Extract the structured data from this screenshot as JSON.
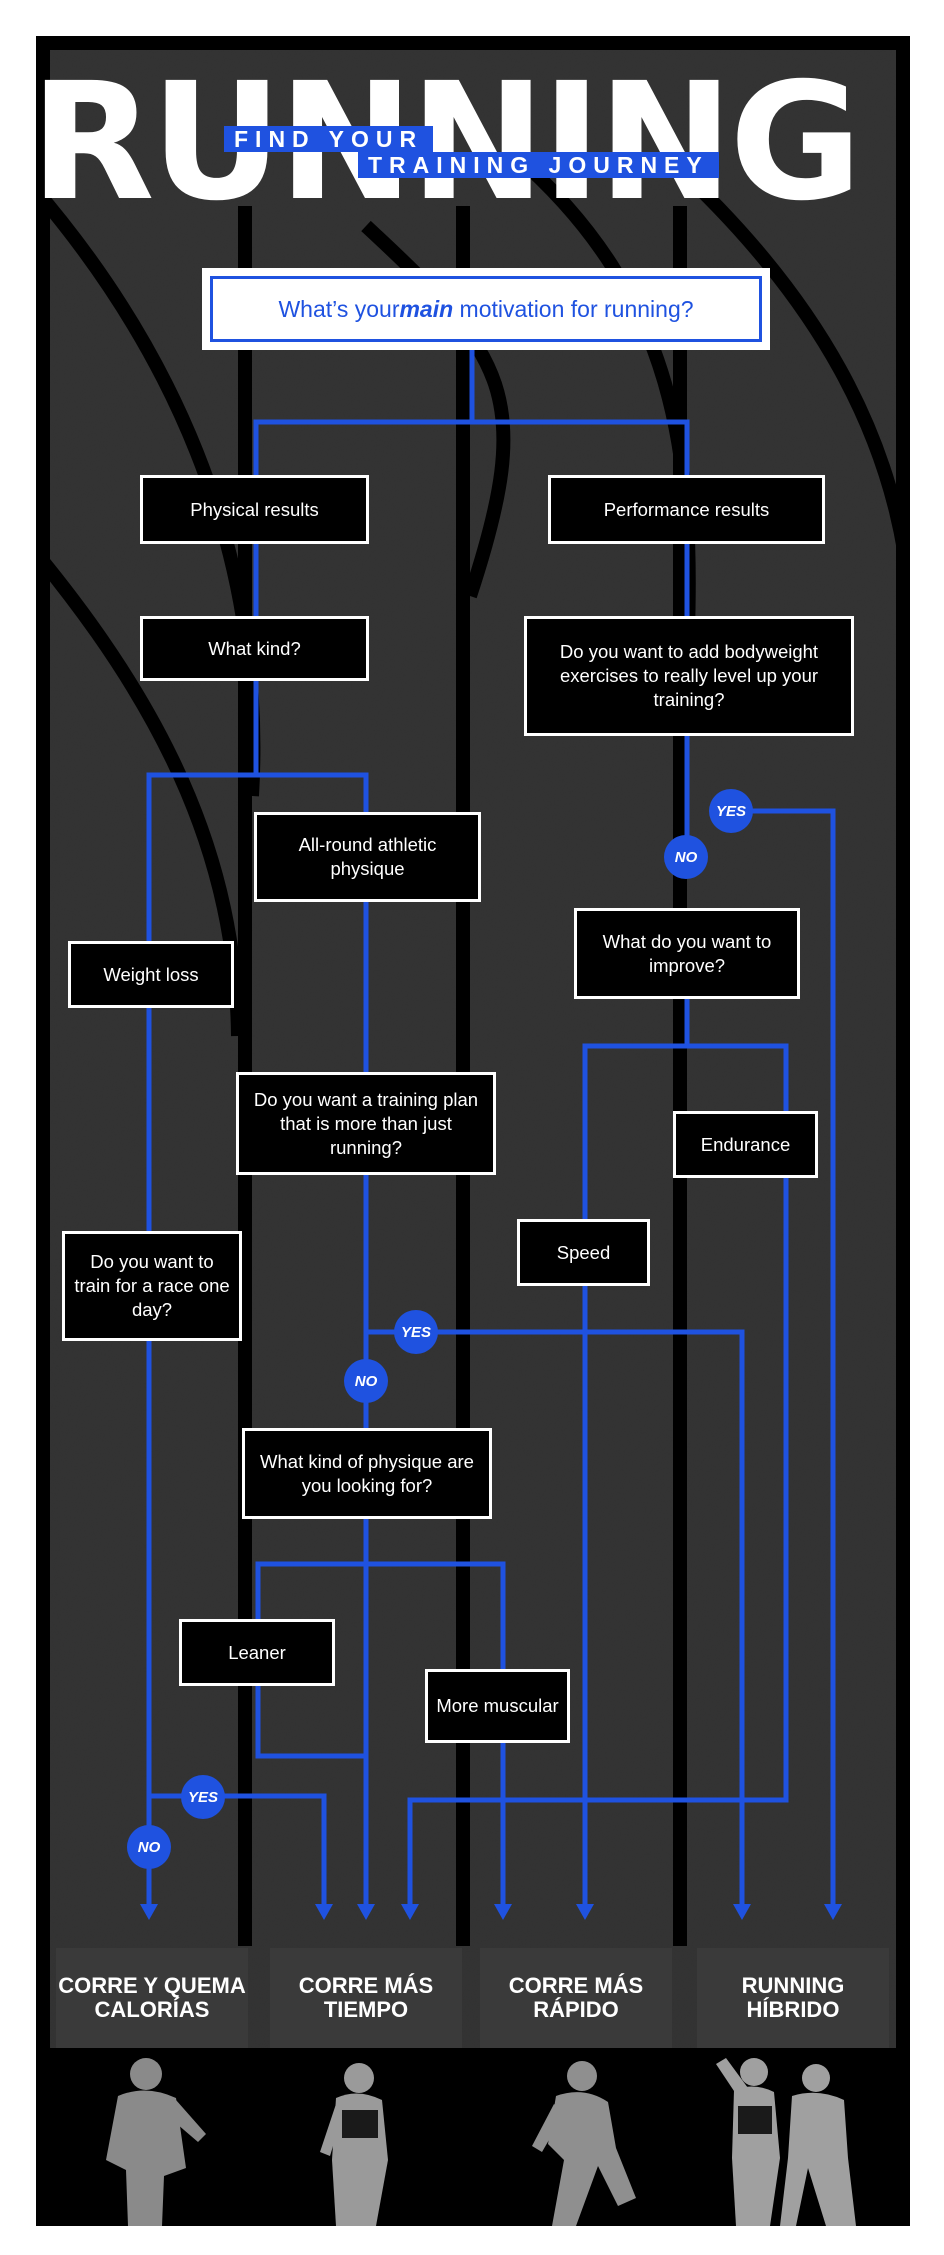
{
  "header": {
    "title": "RUNNING",
    "subtitle_line1": "FIND YOUR",
    "subtitle_line2": "TRAINING JOURNEY"
  },
  "question": {
    "prefix": "What’s your ",
    "emphasis": "main",
    "suffix": " motivation for running?"
  },
  "nodes": {
    "physical_results": "Physical results",
    "performance_results": "Performance results",
    "what_kind": "What kind?",
    "bodyweight_question": "Do you want to add bodyweight exercises to really level up your training?",
    "all_round": "All-round athletic physique",
    "weight_loss": "Weight loss",
    "improve_question": "What do you want to improve?",
    "training_plan_question": "Do you want a training plan that is more than just running?",
    "endurance": "Endurance",
    "speed": "Speed",
    "race_question": "Do you want to train for a race one day?",
    "physique_question": "What kind of physique are you looking for?",
    "leaner": "Leaner",
    "more_muscular": "More muscular"
  },
  "badges": {
    "yes": "YES",
    "no": "NO"
  },
  "categories": [
    "CORRE Y QUEMA CALORÍAS",
    "CORRE MÁS TIEMPO",
    "CORRE MÁS RÁPIDO",
    "RUNNING HÍBRIDO"
  ],
  "colors": {
    "accent": "#1f52e0",
    "background": "#262626",
    "frame": "#000000",
    "text": "#ffffff"
  }
}
